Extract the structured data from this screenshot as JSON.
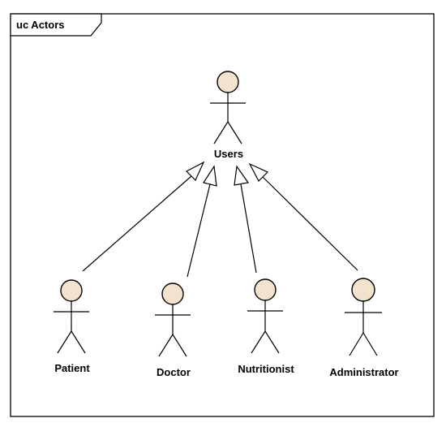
{
  "diagram": {
    "frame_title": "uc Actors",
    "parent_actor": {
      "id": "users",
      "label": "Users"
    },
    "child_actors": [
      {
        "id": "patient",
        "label": "Patient"
      },
      {
        "id": "doctor",
        "label": "Doctor"
      },
      {
        "id": "nutritionist",
        "label": "Nutritionist"
      },
      {
        "id": "administrator",
        "label": "Administrator"
      }
    ],
    "relationships": [
      {
        "type": "generalization",
        "from": "patient",
        "to": "users"
      },
      {
        "type": "generalization",
        "from": "doctor",
        "to": "users"
      },
      {
        "type": "generalization",
        "from": "nutritionist",
        "to": "users"
      },
      {
        "type": "generalization",
        "from": "administrator",
        "to": "users"
      }
    ],
    "colors": {
      "actor_head_fill": "#f3e2cd",
      "line": "#000000",
      "background": "#ffffff"
    }
  }
}
